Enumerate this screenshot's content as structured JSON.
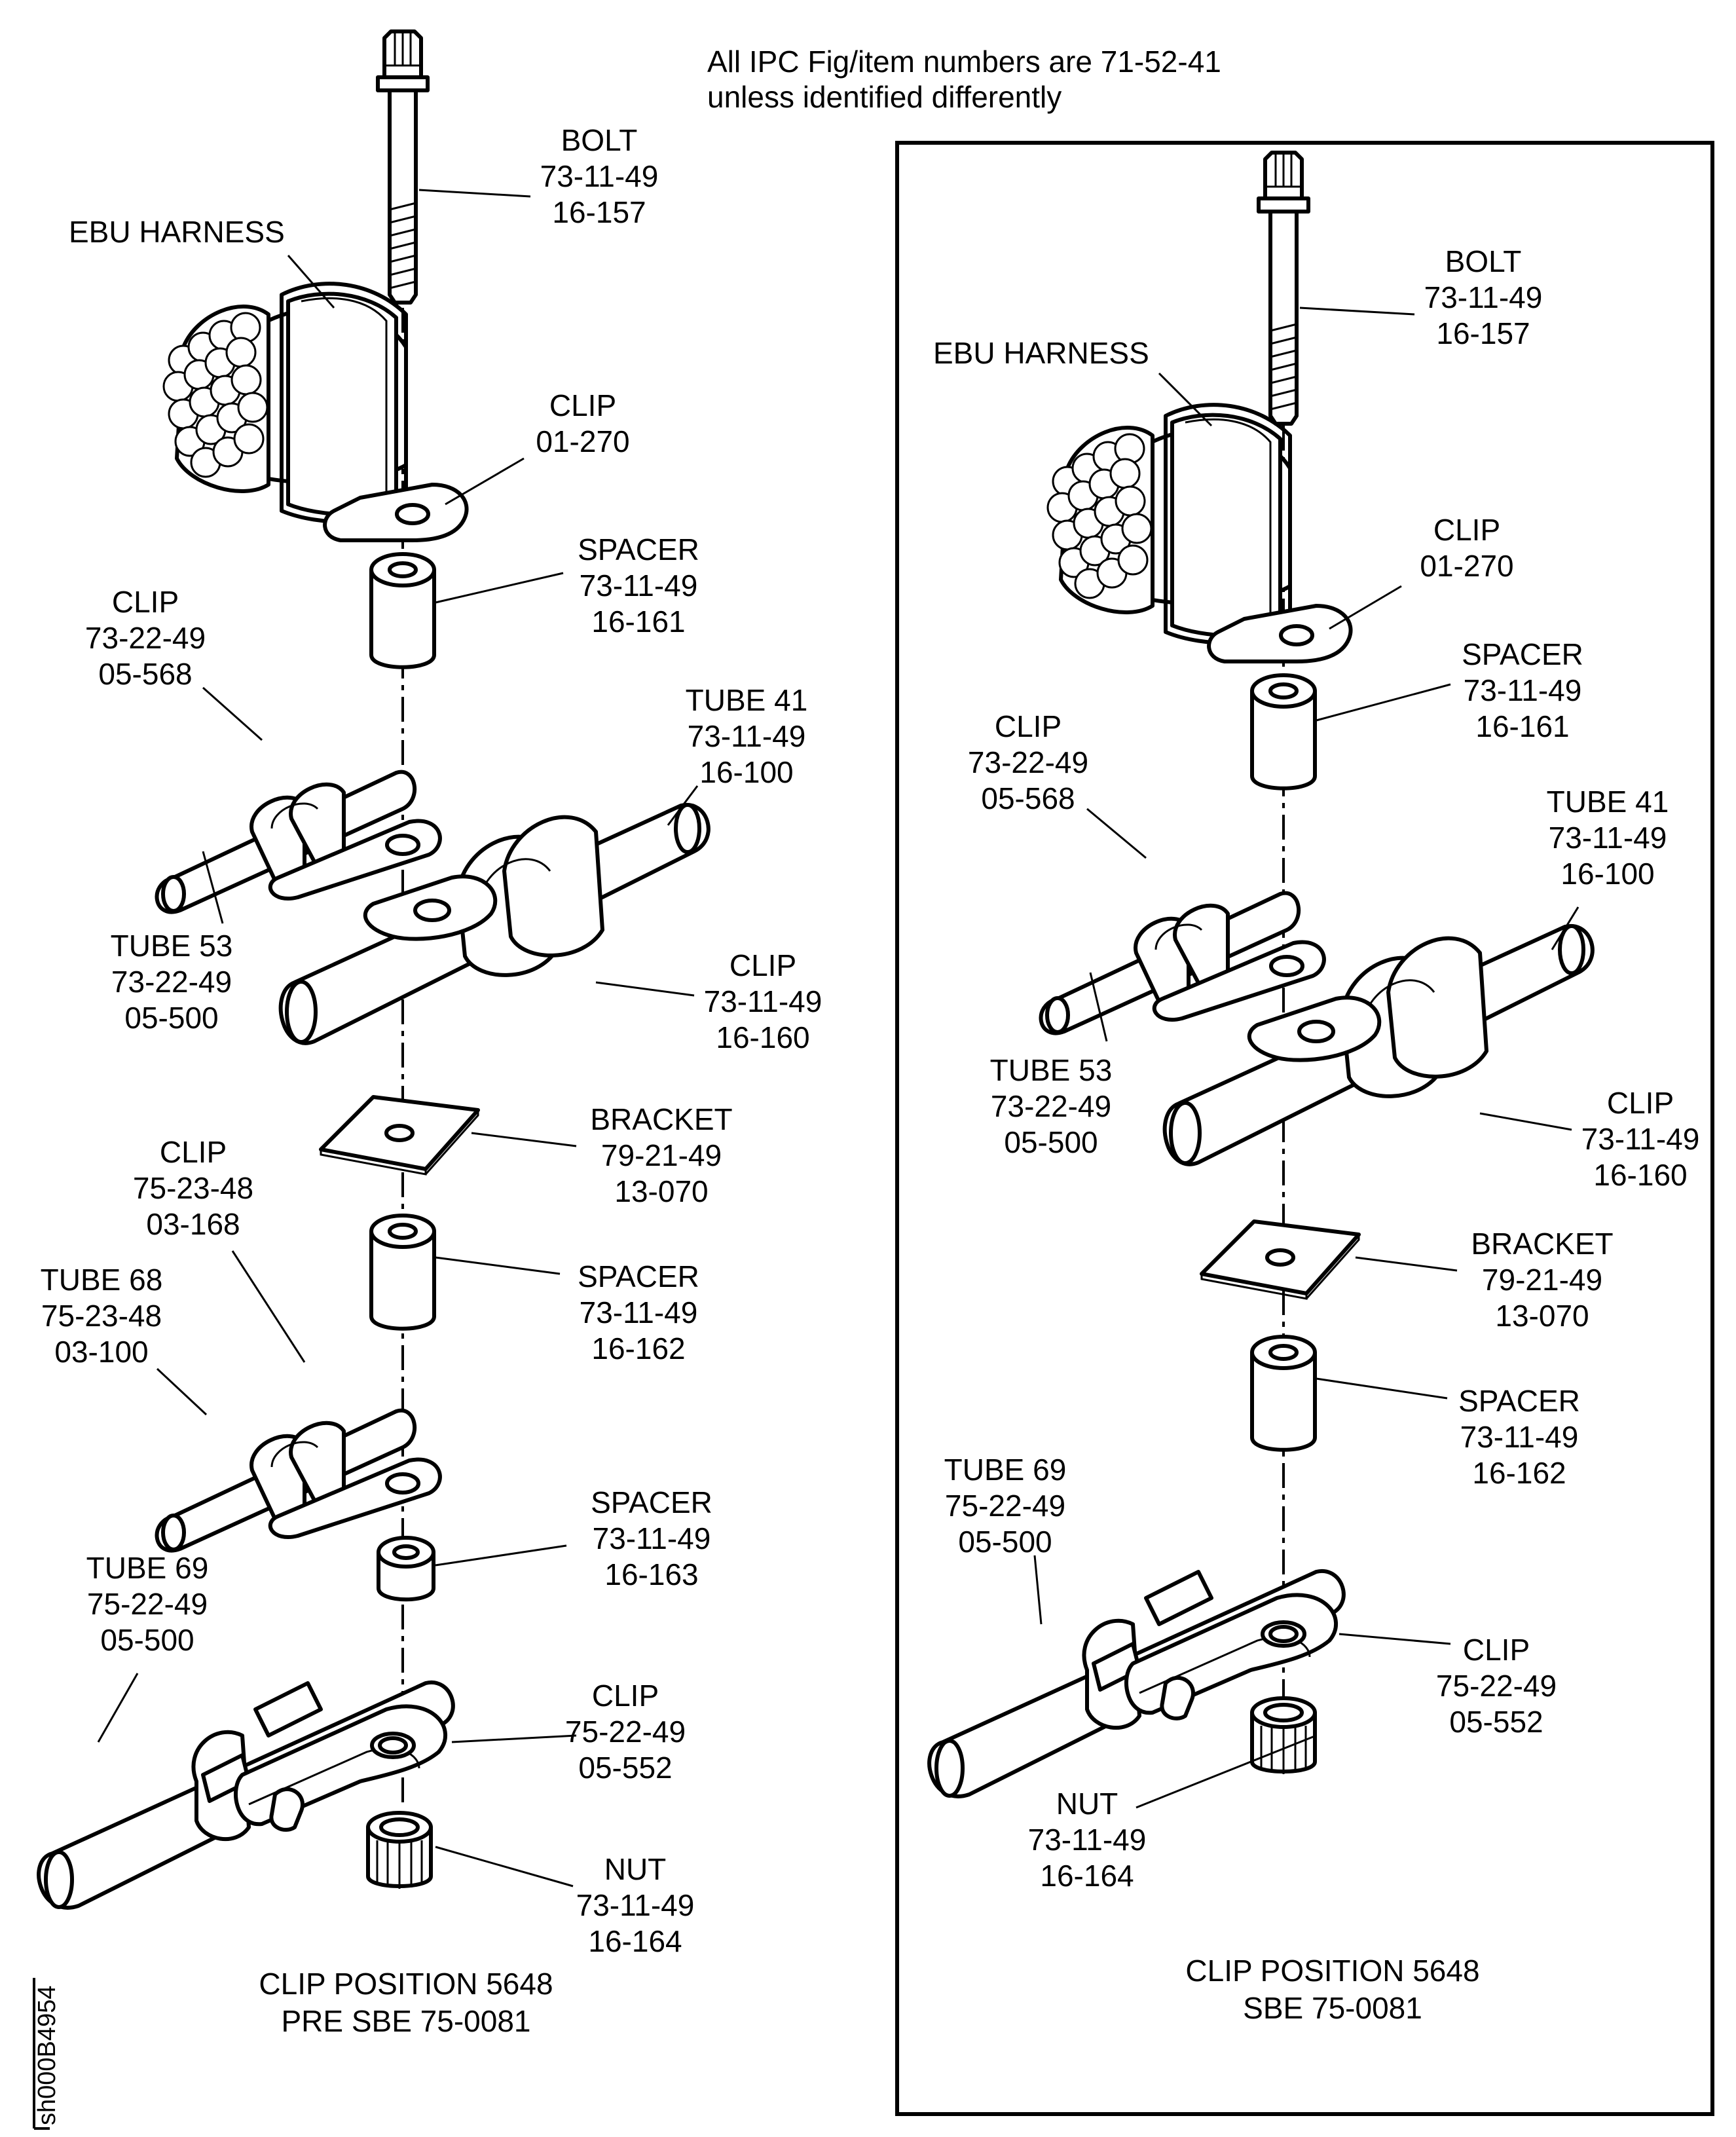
{
  "note": {
    "line1": "All IPC Fig/item numbers are 71-52-41",
    "line2": "unless identified differently"
  },
  "left_view": {
    "title_line1": "CLIP POSITION 5648",
    "title_line2": "PRE SBE 75-0081",
    "labels": {
      "bolt": [
        "BOLT",
        "73-11-49",
        "16-157"
      ],
      "ebu_harness": [
        "EBU HARNESS"
      ],
      "clip_harness": [
        "CLIP",
        "01-270"
      ],
      "spacer_1": [
        "SPACER",
        "73-11-49",
        "16-161"
      ],
      "clip_53": [
        "CLIP",
        "73-22-49",
        "05-568"
      ],
      "tube_41": [
        "TUBE 41",
        "73-11-49",
        "16-100"
      ],
      "tube_53": [
        "TUBE 53",
        "73-22-49",
        "05-500"
      ],
      "clip_41": [
        "CLIP",
        "73-11-49",
        "16-160"
      ],
      "bracket": [
        "BRACKET",
        "79-21-49",
        "13-070"
      ],
      "clip_68": [
        "CLIP",
        "75-23-48",
        "03-168"
      ],
      "spacer_2": [
        "SPACER",
        "73-11-49",
        "16-162"
      ],
      "tube_68": [
        "TUBE 68",
        "75-23-48",
        "03-100"
      ],
      "spacer_3": [
        "SPACER",
        "73-11-49",
        "16-163"
      ],
      "tube_69": [
        "TUBE 69",
        "75-22-49",
        "05-500"
      ],
      "clip_69": [
        "CLIP",
        "75-22-49",
        "05-552"
      ],
      "nut": [
        "NUT",
        "73-11-49",
        "16-164"
      ]
    }
  },
  "right_view": {
    "title_line1": "CLIP POSITION 5648",
    "title_line2": "SBE 75-0081",
    "labels": {
      "bolt": [
        "BOLT",
        "73-11-49",
        "16-157"
      ],
      "ebu_harness": [
        "EBU HARNESS"
      ],
      "clip_harness": [
        "CLIP",
        "01-270"
      ],
      "spacer_1": [
        "SPACER",
        "73-11-49",
        "16-161"
      ],
      "clip_53": [
        "CLIP",
        "73-22-49",
        "05-568"
      ],
      "tube_41": [
        "TUBE 41",
        "73-11-49",
        "16-100"
      ],
      "tube_53": [
        "TUBE 53",
        "73-22-49",
        "05-500"
      ],
      "clip_41": [
        "CLIP",
        "73-11-49",
        "16-160"
      ],
      "bracket": [
        "BRACKET",
        "79-21-49",
        "13-070"
      ],
      "spacer_2": [
        "SPACER",
        "73-11-49",
        "16-162"
      ],
      "tube_69": [
        "TUBE 69",
        "75-22-49",
        "05-500"
      ],
      "clip_69": [
        "CLIP",
        "75-22-49",
        "05-552"
      ],
      "nut": [
        "NUT",
        "73-11-49",
        "16-164"
      ]
    }
  },
  "figure_ref": "sh000B4954"
}
